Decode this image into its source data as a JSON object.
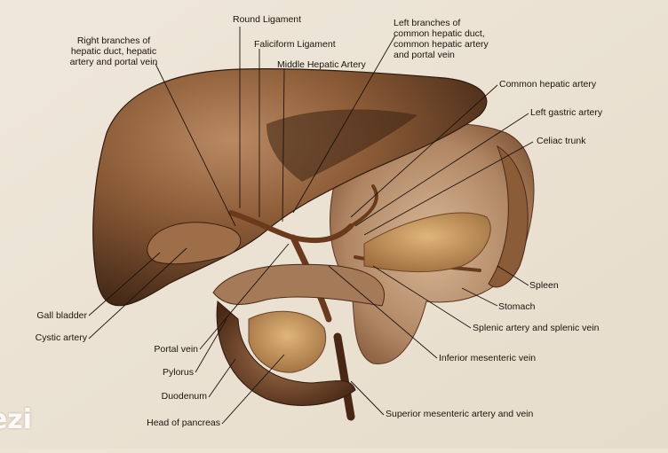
{
  "labels": {
    "round_ligament": "Round Ligament",
    "left_branches": "Left branches of\ncommon hepatic duct,\ncommon hepatic artery\nand portal vein",
    "right_branches": "Right branches of\nhepatic duct, hepatic\nartery and portal vein",
    "falciform_ligament": "Faliciform Ligament",
    "middle_hepatic_artery": "Middle Hepatic Artery",
    "common_hepatic_artery": "Common hepatic artery",
    "left_gastric_artery": "Left gastric artery",
    "celiac_trunk": "Celiac trunk",
    "spleen": "Spleen",
    "stomach": "Stomach",
    "splenic_artery_vein": "Splenic artery and splenic vein",
    "inferior_mesenteric_vein": "Inferior mesenteric vein",
    "superior_mesenteric": "Superior mesenteric artery and vein",
    "gall_bladder": "Gall bladder",
    "cystic_artery": "Cystic artery",
    "portal_vein": "Portal vein",
    "pylorus": "Pylorus",
    "duodenum": "Duodenum",
    "head_of_pancreas": "Head of pancreas"
  },
  "watermark": "ezi",
  "colors": {
    "background": "#ede4d6",
    "liver": "#8a5a36",
    "liver_dark": "#3a2212",
    "stomach": "#b08664",
    "pancreas": "#c7995d",
    "vessels": "#6b3a1c",
    "leader_lines": "#1b140e"
  }
}
